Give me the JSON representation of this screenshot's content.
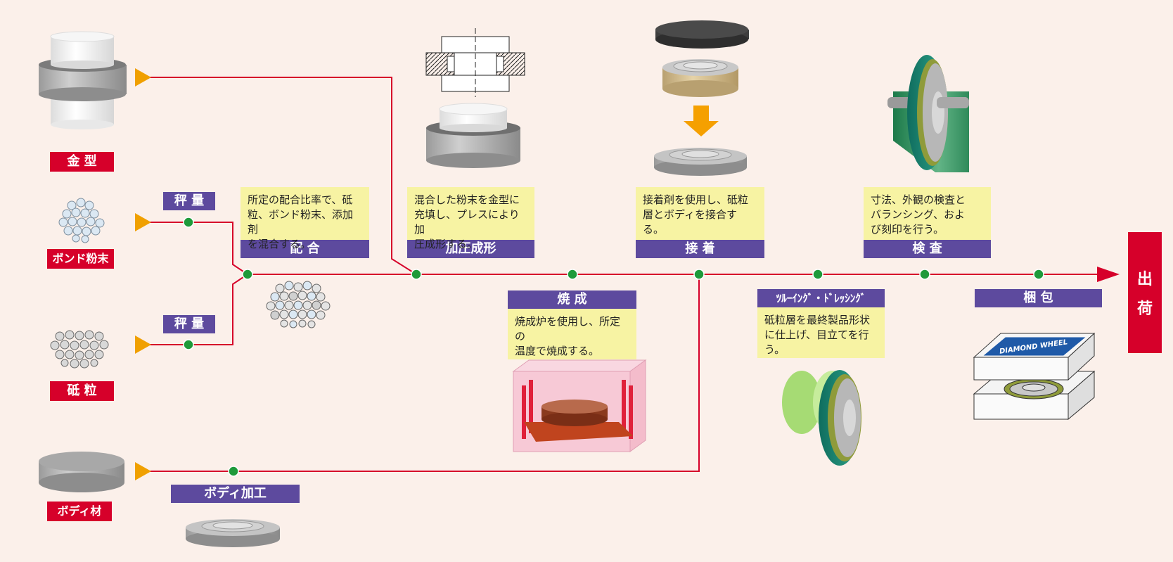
{
  "materials": {
    "mold": "金 型",
    "bond_powder": "ボンド粉末",
    "abrasive": "砥 粒",
    "body_material": "ボディ材"
  },
  "steps": {
    "weigh": "秤 量",
    "mix": "配 合",
    "press": "加圧成形",
    "sinter": "焼 成",
    "bond": "接 着",
    "truing": "ﾂﾙｰｲﾝｸﾞ・ﾄﾞﾚｯｼﾝｸﾞ",
    "inspect": "検 査",
    "pack": "梱 包",
    "body_machining": "ボディ加工",
    "ship_line1": "出",
    "ship_line2": "荷"
  },
  "notes": {
    "mix": [
      "所定の配合比率で、砥",
      "粒、ボンド粉末、添加剤",
      "を混合する。"
    ],
    "press": [
      "混合した粉末を金型に",
      "充填し、プレスにより加",
      "圧成形する。"
    ],
    "sinter": [
      "焼成炉を使用し、所定の",
      "温度で焼成する。"
    ],
    "bond": [
      "接着剤を使用し、砥粒",
      "層とボディを接合する。"
    ],
    "truing": [
      "砥粒層を最終製品形状",
      "に仕上げ、目立てを行う。"
    ],
    "inspect": [
      "寸法、外観の検査と",
      "バランシング、およ",
      "び刻印を行う。"
    ]
  },
  "box_label": "DIAMOND WHEEL",
  "colors": {
    "background": "#fbf0ea",
    "flow_line": "#d6002a",
    "node": "#1e9a3a",
    "input_arrow": "#f0a000",
    "step_label": "#5d4a9e",
    "material_label": "#d6002a",
    "note_box": "#f7f3a3"
  }
}
